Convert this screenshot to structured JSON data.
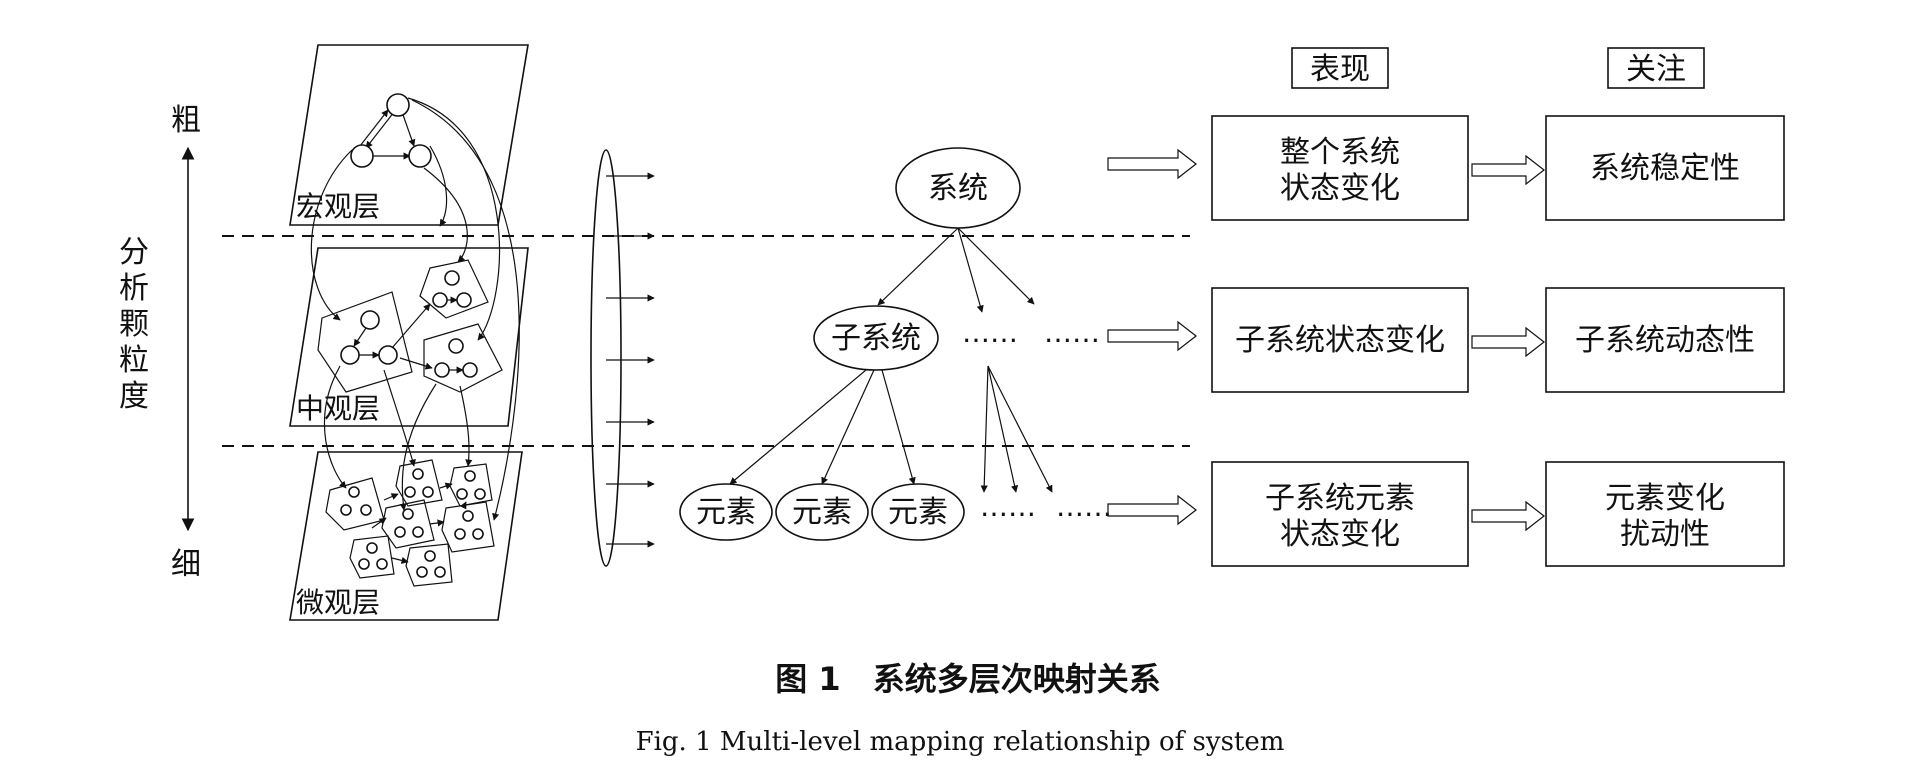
{
  "axis": {
    "top": "粗",
    "bottom": "细",
    "label_chars": [
      "分",
      "析",
      "颗",
      "粒",
      "度"
    ]
  },
  "layers": {
    "macro": "宏观层",
    "meso": "中观层",
    "micro": "微观层"
  },
  "tree": {
    "root": "系统",
    "subsystem": "子系统",
    "elements": [
      "元素",
      "元素",
      "元素"
    ],
    "ellipsis_mid_1": "……",
    "ellipsis_mid_2": "……",
    "ellipsis_bot_1": "……",
    "ellipsis_bot_2": "……"
  },
  "headers": {
    "manifestation": "表现",
    "focus": "关注"
  },
  "rows": [
    {
      "manifestation": [
        "整个系统",
        "状态变化"
      ],
      "focus": [
        "系统稳定性"
      ]
    },
    {
      "manifestation": [
        "子系统状态变化"
      ],
      "focus": [
        "子系统动态性"
      ]
    },
    {
      "manifestation": [
        "子系统元素",
        "状态变化"
      ],
      "focus": [
        "元素变化",
        "扰动性"
      ]
    }
  ],
  "caption": {
    "zh": "图 1　系统多层次映射关系",
    "en": "Fig. 1 Multi-level mapping relationship of system"
  }
}
